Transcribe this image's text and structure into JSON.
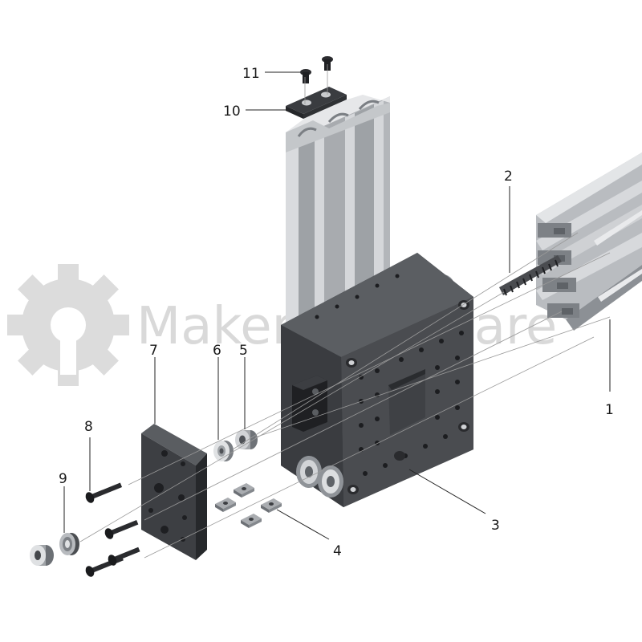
{
  "watermark": {
    "text": "Maker Hardware",
    "gear": "gear-icon"
  },
  "callouts": [
    {
      "id": "1",
      "label": "1"
    },
    {
      "id": "2",
      "label": "2"
    },
    {
      "id": "3",
      "label": "3"
    },
    {
      "id": "4",
      "label": "4"
    },
    {
      "id": "5",
      "label": "5"
    },
    {
      "id": "6",
      "label": "6"
    },
    {
      "id": "7",
      "label": "7"
    },
    {
      "id": "8",
      "label": "8"
    },
    {
      "id": "9",
      "label": "9"
    },
    {
      "id": "10",
      "label": "10"
    },
    {
      "id": "11",
      "label": "11"
    }
  ],
  "colors": {
    "aluminum_light": "#c9cbce",
    "aluminum_mid": "#a4a7ab",
    "aluminum_dark": "#6f7378",
    "plate_face": "#4a4c50",
    "plate_side": "#2e3033",
    "fastener": "#1f2023",
    "watermark": "#d9d9d9"
  }
}
